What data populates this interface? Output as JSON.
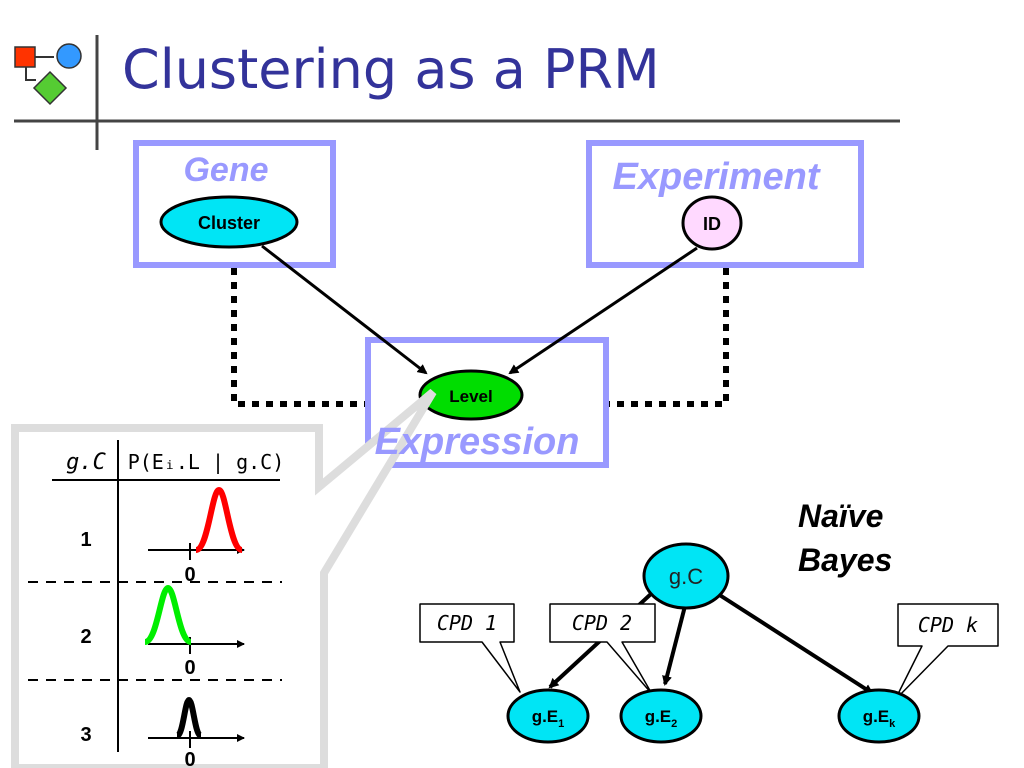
{
  "slide": {
    "title": "Clustering as a PRM"
  },
  "prm": {
    "gene_class": "Gene",
    "gene_attribute": "Cluster",
    "experiment_class": "Experiment",
    "experiment_attribute": "ID",
    "expression_class": "Expression",
    "expression_attribute": "Level"
  },
  "cpd_table": {
    "col1_header": "g.C",
    "col2_header": "P(Eᵢ.L | g.C)",
    "rows": [
      {
        "label": "1",
        "tick": "0",
        "color": "#ff0000"
      },
      {
        "label": "2",
        "tick": "0",
        "color": "#00ee00"
      },
      {
        "label": "3",
        "tick": "0",
        "color": "#000000"
      }
    ]
  },
  "naive_bayes": {
    "title_line1": "Naïve",
    "title_line2": "Bayes",
    "root": "g.C",
    "cpd1": "CPD 1",
    "cpd2": "CPD 2",
    "cpdk": "CPD k",
    "e1_base": "g.E",
    "e1_sub": "1",
    "e2_base": "g.E",
    "e2_sub": "2",
    "ek_base": "g.E",
    "ek_sub": "k"
  },
  "colors": {
    "title": "#33339a",
    "class_box": "#9999ff",
    "cyan_node": "#00e5f5",
    "green_node": "#00dd00",
    "pink_node": "#ffd9ff"
  }
}
